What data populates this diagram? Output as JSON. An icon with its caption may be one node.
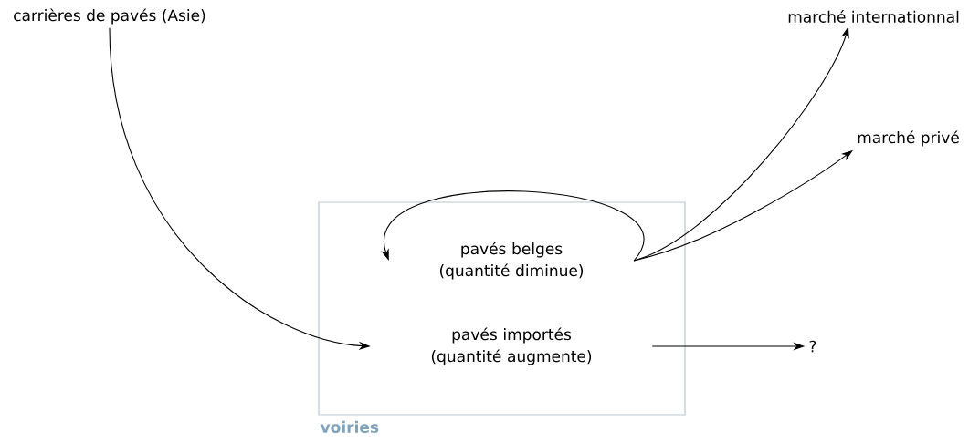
{
  "diagram": {
    "nodes": [
      {
        "text": [
          "voiries"
        ]
      },
      {
        "text": [
          "pavés belges (quantité diminue)"
        ],
        "in": 0
      },
      {
        "text": [
          "pavés importés (quantité augmente)"
        ],
        "in": 0
      },
      {
        "text": [
          "carrières de pavés (Asie)"
        ]
      },
      {
        "text": [
          "marché internationnal"
        ]
      },
      {
        "text": [
          "marché privé"
        ]
      },
      {
        "text": [
          "?"
        ]
      }
    ],
    "edges": [
      {
        "from": 3,
        "to": 2,
        "arrow": "to"
      },
      {
        "from": 1,
        "to": 1,
        "arrow": "to"
      },
      {
        "from": 1,
        "to": 4,
        "arrow": "to"
      },
      {
        "from": 1,
        "to": 5,
        "arrow": "to"
      },
      {
        "from": 2,
        "to": 6,
        "arrow": "to"
      }
    ]
  }
}
